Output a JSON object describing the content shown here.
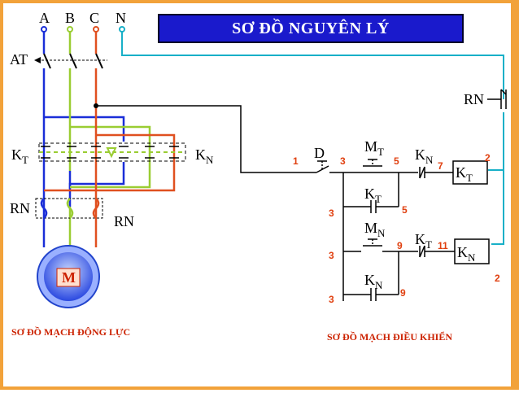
{
  "title": "SƠ ĐỒ NGUYÊN LÝ",
  "phases": [
    "A",
    "B",
    "C",
    "N"
  ],
  "power_labels": {
    "breaker": "AT",
    "contactor_t": "K",
    "contactor_t_sub": "T",
    "contactor_n": "K",
    "contactor_n_sub": "N",
    "relay_left": "RN",
    "relay_right": "RN",
    "motor": "M"
  },
  "control_labels": {
    "relay_contact": "RN",
    "stop_button": "D",
    "start_t": "M",
    "start_t_sub": "T",
    "hold_t": "K",
    "hold_t_sub": "T",
    "interlock_n": "K",
    "interlock_n_sub": "N",
    "coil_t": "K",
    "coil_t_sub": "T",
    "start_n": "M",
    "start_n_sub": "N",
    "interlock_t": "K",
    "interlock_t_sub": "T",
    "coil_n": "K",
    "coil_n_sub": "N",
    "hold_n": "K",
    "hold_n_sub": "N"
  },
  "node_numbers": {
    "n1": "1",
    "n3a": "3",
    "n5a": "5",
    "n7": "7",
    "n2a": "2",
    "n3b": "3",
    "n5b": "5",
    "n9a": "9",
    "n11": "11",
    "n3c": "3",
    "n2b": "2",
    "n3d": "3",
    "n9b": "9"
  },
  "captions": {
    "power": "SƠ ĐỒ MẠCH ĐỘNG LỰC",
    "control": "SƠ ĐỒ MẠCH ĐIỀU KHIỂN"
  },
  "colors": {
    "phase_a": "#1a2ed8",
    "phase_b": "#9acd32",
    "phase_c": "#e05020",
    "neutral": "#18b0c8",
    "title_bg": "#1a1acc",
    "frame": "#f2a23a"
  }
}
